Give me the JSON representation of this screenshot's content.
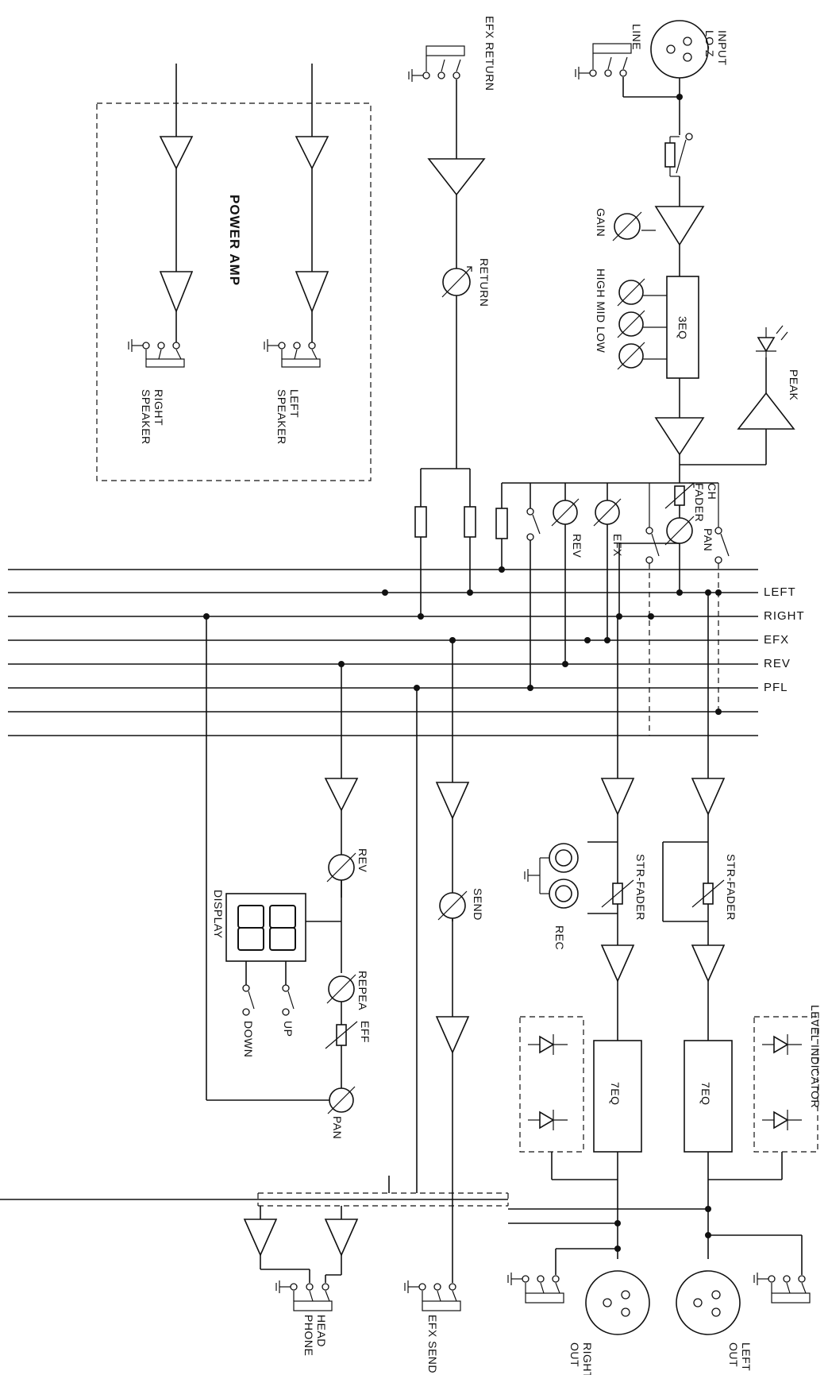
{
  "labels": {
    "power_amp": "POWER AMP",
    "right_speaker": "RIGHT\nSPEAKER",
    "left_speaker": "LEFT\nSPEAKER",
    "efx_return": "EFX RETURN",
    "return": "RETURN",
    "line": "LINE",
    "input_lo_z": "INPUT\nLO-Z",
    "gain": "GAIN",
    "eq_3": "3EQ",
    "high_mid_low": "HIGH MID LOW",
    "peak": "PEAK",
    "ch_fader": "CH\nFADER",
    "pan": "PAN",
    "efx": "EFX",
    "rev": "REV",
    "bus_left": "LEFT",
    "bus_right": "RIGHT",
    "bus_efx": "EFX",
    "bus_rev": "REV",
    "bus_pfl": "PFL",
    "str_fader_left": "STR-FADER",
    "str_fader_right": "STR-FADER",
    "rec": "REC",
    "eq_7_left": "7EQ",
    "eq_7_right": "7EQ",
    "level_indicator": "LEVEL INDICATOR",
    "left_out": "LEFT\nOUT",
    "right_out": "RIGHT\nOUT",
    "efx_send": "EFX SEND",
    "head_phone": "HEAD\nPHONE",
    "send": "SEND",
    "rev_knob": "REV",
    "repea": "REPEA",
    "eff": "EFF",
    "pan_knob": "PAN",
    "display": "DISPLAY",
    "up": "UP",
    "down": "DOWN"
  }
}
